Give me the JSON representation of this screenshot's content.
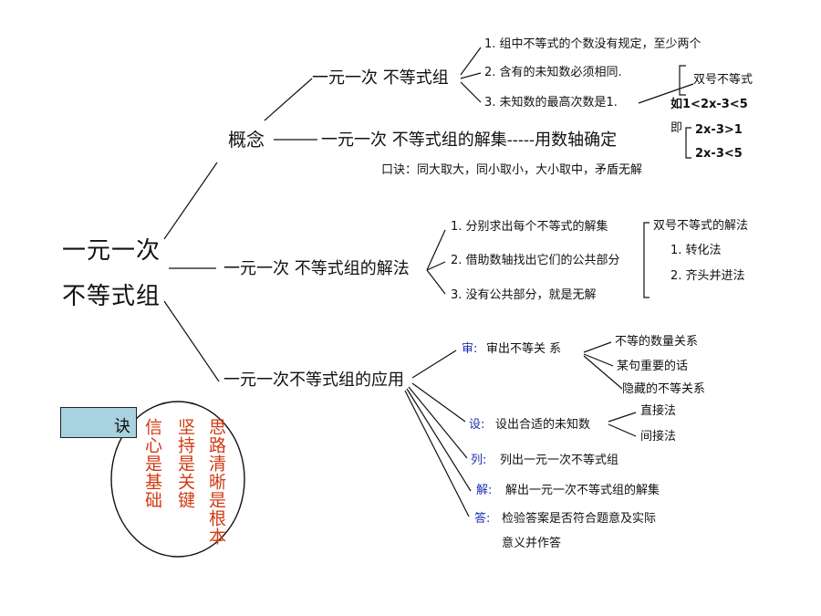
{
  "root": {
    "line1": "一元一次",
    "line2": "不等式组"
  },
  "concept": {
    "label": "概念",
    "group_label": "一元一次 不等式组",
    "items": [
      "1. 组中不等式的个数没有规定，至少两个",
      "2. 含有的未知数必须相同.",
      "3.  未知数的最高次数是1."
    ],
    "double": {
      "title": "双号不等式",
      "example": "如1<2x-3<5",
      "ji": "即",
      "e1": "2x-3>1",
      "e2": "2x-3<5"
    },
    "solution_set": "一元一次 不等式组的解集-----用数轴确定",
    "mnemonic": "口诀：同大取大，同小取小，大小取中，矛盾无解"
  },
  "method": {
    "label": "一元一次 不等式组的解法",
    "steps": [
      "1.  分别求出每个不等式的解集",
      "2.  借助数轴找出它们的公共部分",
      "3.  没有公共部分，就是无解"
    ],
    "double_title": "双号不等式的解法",
    "double_items": [
      "1.  转化法",
      "2.  齐头并进法"
    ]
  },
  "application": {
    "label": "一元一次不等式组的应用",
    "shen": {
      "key": "审:",
      "text": "审出不等关 系",
      "subs": [
        "不等的数量关系",
        "某句重要的话",
        "隐藏的不等关系"
      ]
    },
    "she": {
      "key": "设:",
      "text": "设出合适的未知数",
      "subs": [
        "直接法",
        "间接法"
      ]
    },
    "lie": {
      "key": "列:",
      "text": "列出一元一次不等式组"
    },
    "jie": {
      "key": "解:",
      "text": "解出一元一次不等式组的解集"
    },
    "da": {
      "key": "答:",
      "text": "检验答案是否符合题意及实际",
      "text2": "意义并作答"
    }
  },
  "jue": {
    "badge": "诀",
    "col1": "思路清晰是根本",
    "col2": "坚持是关键",
    "col3": "信心是基础"
  },
  "colors": {
    "accent_red": "#d23a12",
    "accent_blue": "#1f2fb0",
    "badge_fill": "#a8d2df"
  }
}
